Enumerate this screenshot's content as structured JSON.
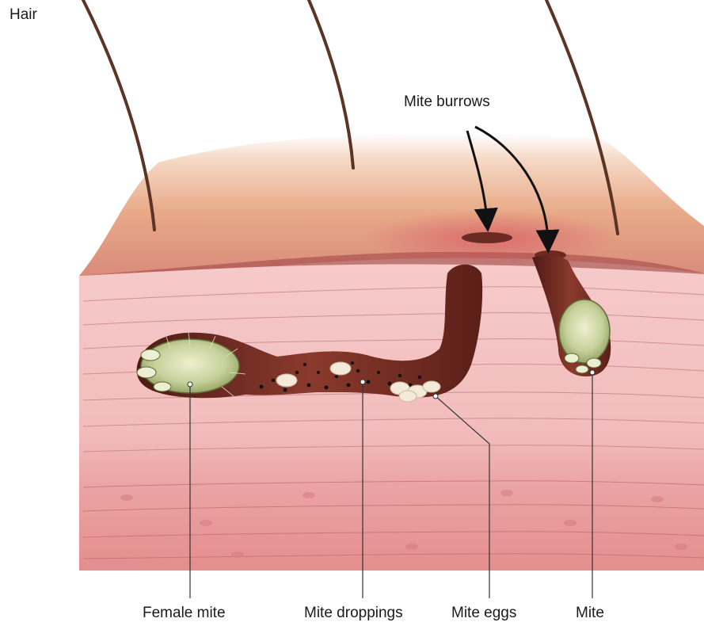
{
  "labels": {
    "hair": "Hair",
    "mite_burrows": "Mite burrows",
    "female_mite": "Female mite",
    "mite_droppings": "Mite droppings",
    "mite_eggs": "Mite eggs",
    "mite": "Mite"
  },
  "colors": {
    "skin_surface": "#e7a98a",
    "epidermis": "#f3c2c2",
    "dermis": "#e99595",
    "burrow": "#6b2a22",
    "mite_body": "#cfd7a8",
    "hair": "#5b3426"
  }
}
